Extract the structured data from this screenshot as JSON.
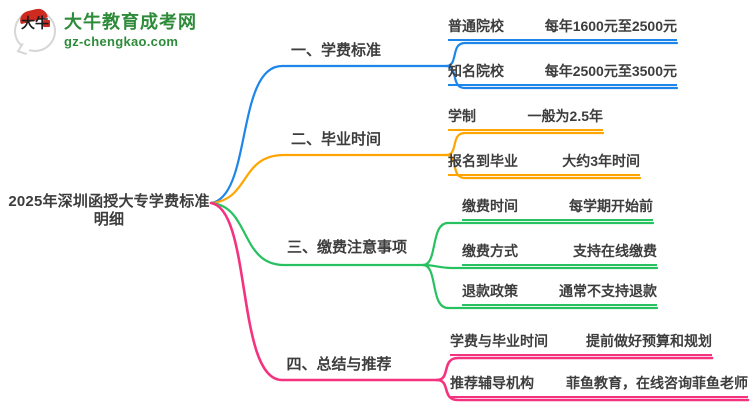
{
  "logo": {
    "icon_text": "大牛",
    "site_name": "大牛教育成考网",
    "site_url": "gz-chengkao.com",
    "brand_color": "#2e8b3a",
    "seal_color": "#cf2a1f"
  },
  "center": {
    "label": "2025年深圳函授大专学费标准明细",
    "text_color": "#3d3d3d"
  },
  "branches": [
    {
      "label": "一、学费标准",
      "color": "#1e86ea",
      "children": [
        {
          "label": "普通院校",
          "value": "每年1600元至2500元"
        },
        {
          "label": "知名院校",
          "value": "每年2500元至3500元"
        }
      ]
    },
    {
      "label": "二、毕业时间",
      "color": "#ffa502",
      "children": [
        {
          "label": "学制",
          "value": "一般为2.5年"
        },
        {
          "label": "报名到毕业",
          "value": "大约3年时间"
        }
      ]
    },
    {
      "label": "三、缴费注意事项",
      "color": "#27c160",
      "children": [
        {
          "label": "缴费时间",
          "value": "每学期开始前"
        },
        {
          "label": "缴费方式",
          "value": "支持在线缴费"
        },
        {
          "label": "退款政策",
          "value": "通常不支持退款"
        }
      ]
    },
    {
      "label": "四、总结与推荐",
      "color": "#f4327f",
      "children": [
        {
          "label": "学费与毕业时间",
          "value": "提前做好预算和规划"
        },
        {
          "label": "推荐辅导机构",
          "value": "菲鱼教育，在线咨询菲鱼老师"
        }
      ]
    }
  ]
}
